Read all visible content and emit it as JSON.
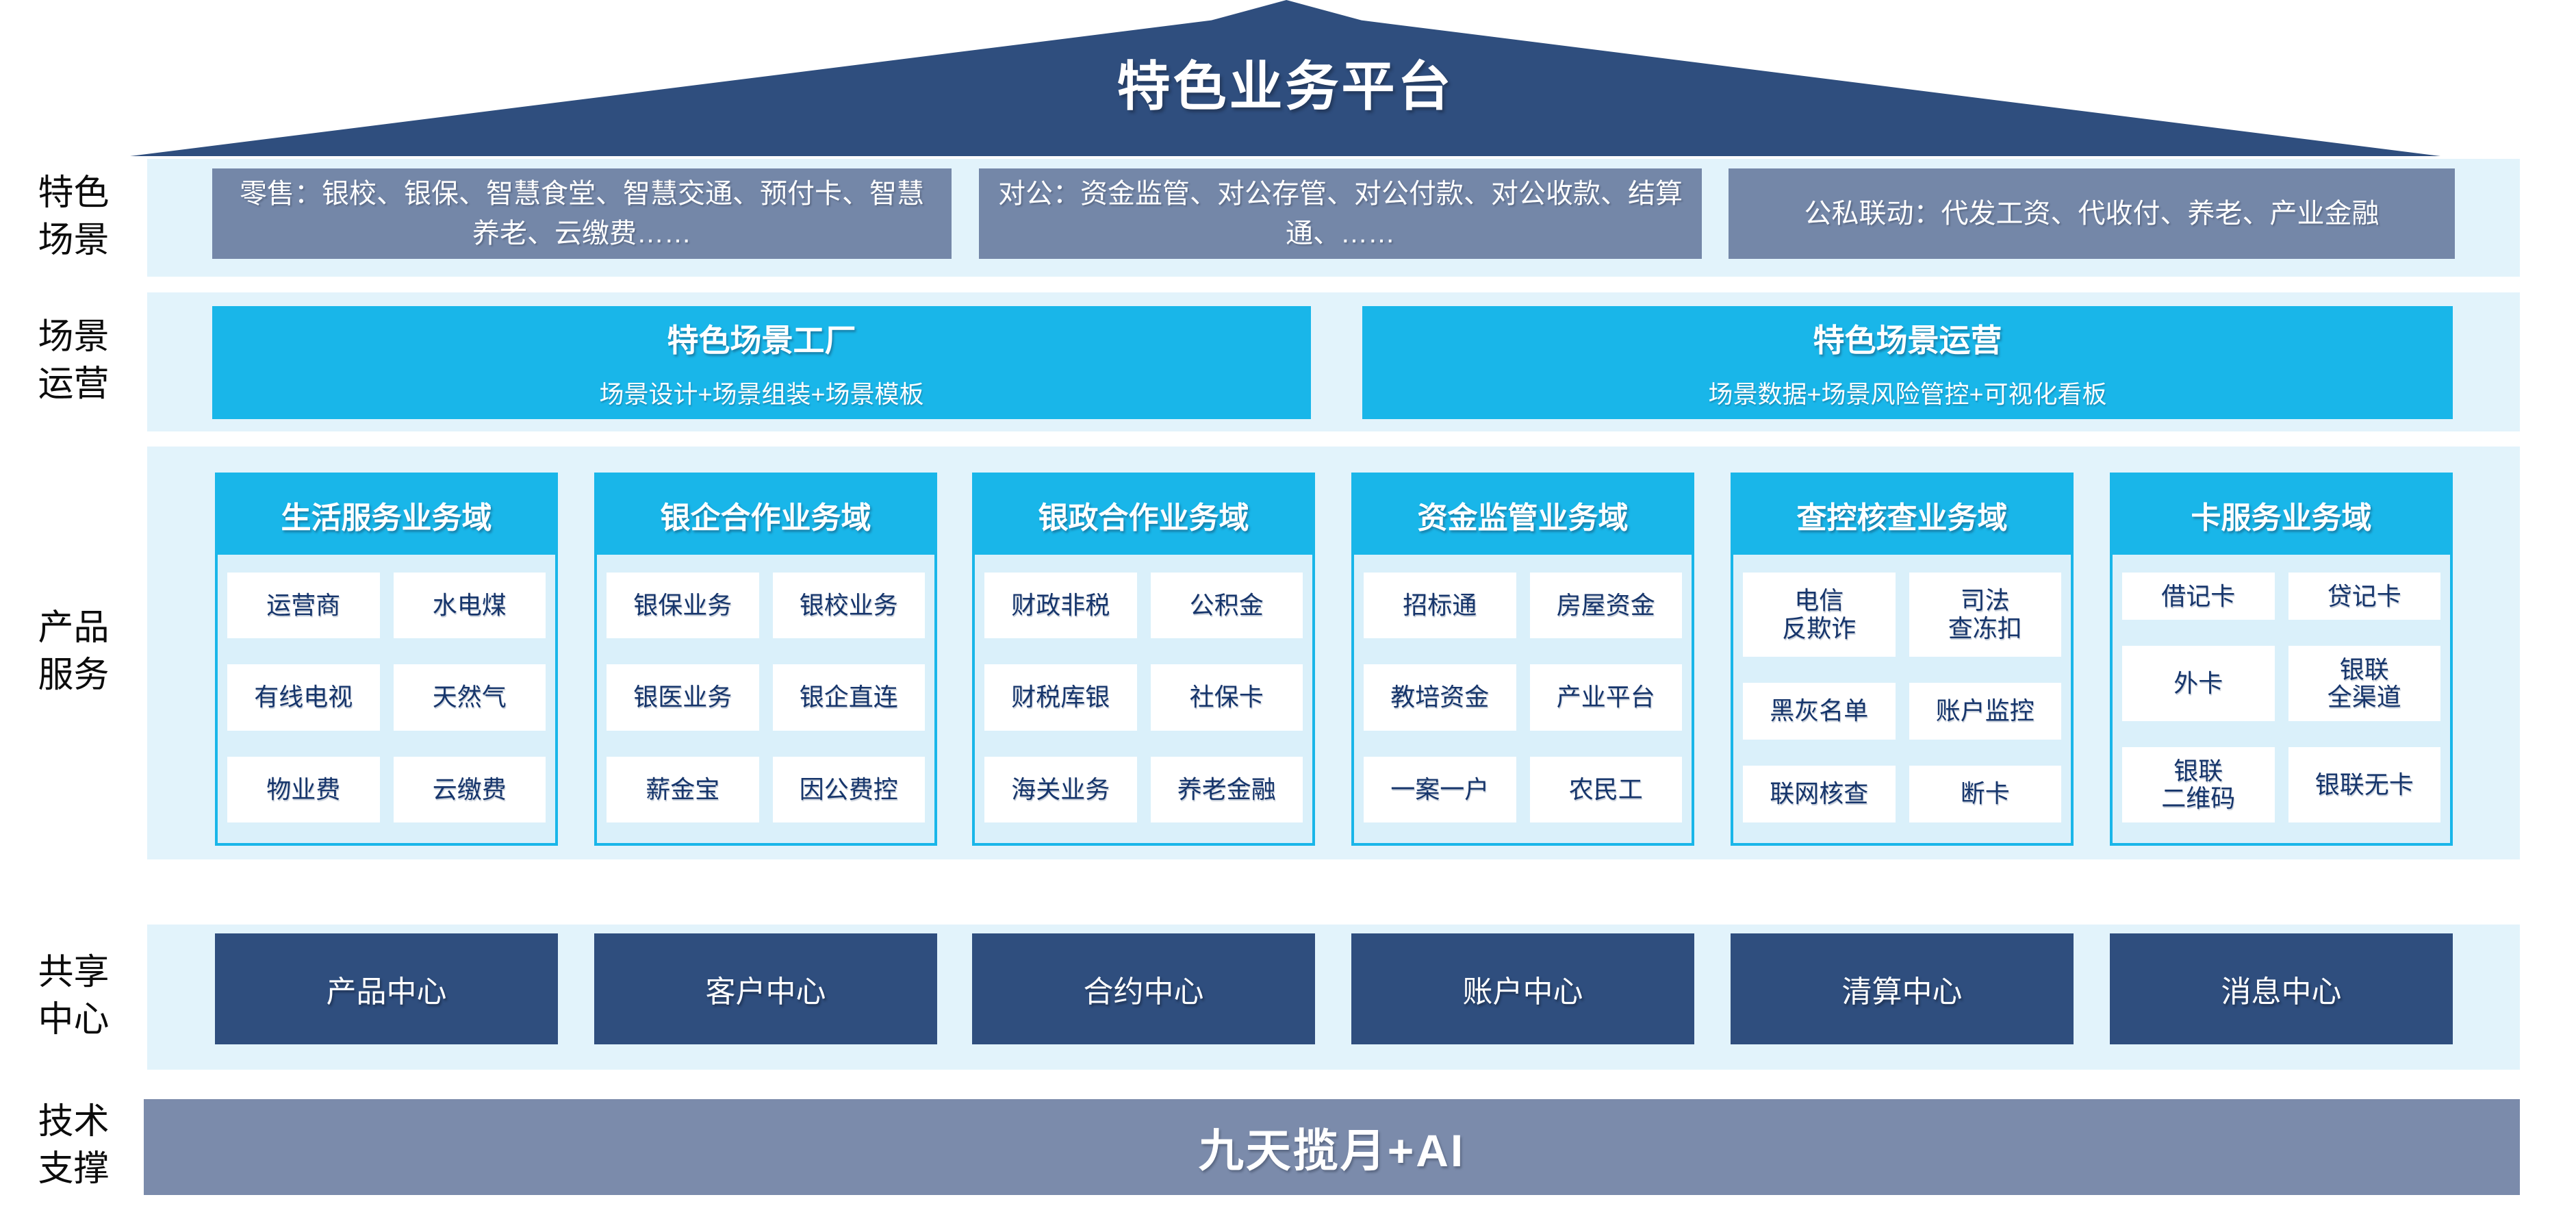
{
  "title": "特色业务平台",
  "side_labels": [
    "特色\n场景",
    "场景\n运营",
    "产品\n服务",
    "共享\n中心",
    "技术\n支撑"
  ],
  "scene_boxes": [
    "零售：银校、银保、智慧食堂、智慧交通、预付卡、智慧养老、云缴费……",
    "对公：资金监管、对公存管、对公付款、对公收款、结算通、……",
    "公私联动：代发工资、代收付、养老、产业金融"
  ],
  "operation_boxes": [
    {
      "title": "特色场景工厂",
      "subtitle": "场景设计+场景组装+场景模板"
    },
    {
      "title": "特色场景运营",
      "subtitle": "场景数据+场景风险管控+可视化看板"
    }
  ],
  "product_columns": [
    {
      "header": "生活服务业务域",
      "cells": [
        "运营商",
        "水电煤",
        "有线电视",
        "天然气",
        "物业费",
        "云缴费"
      ]
    },
    {
      "header": "银企合作业务域",
      "cells": [
        "银保业务",
        "银校业务",
        "银医业务",
        "银企直连",
        "薪金宝",
        "因公费控"
      ]
    },
    {
      "header": "银政合作业务域",
      "cells": [
        "财政非税",
        "公积金",
        "财税库银",
        "社保卡",
        "海关业务",
        "养老金融"
      ]
    },
    {
      "header": "资金监管业务域",
      "cells": [
        "招标通",
        "房屋资金",
        "教培资金",
        "产业平台",
        "一案一户",
        "农民工"
      ]
    },
    {
      "header": "查控核查业务域",
      "cells": [
        "电信\n反欺诈",
        "司法\n查冻扣",
        "黑灰名单",
        "账户监控",
        "联网核查",
        "断卡"
      ]
    },
    {
      "header": "卡服务业务域",
      "cells": [
        "借记卡",
        "贷记卡",
        "外卡",
        "银联\n全渠道",
        "银联\n二维码",
        "银联无卡"
      ]
    }
  ],
  "share_centers": [
    "产品中心",
    "客户中心",
    "合约中心",
    "账户中心",
    "清算中心",
    "消息中心"
  ],
  "tech_bar": "九天揽月+AI",
  "colors": {
    "roof": "#2f4e7e",
    "scene_box": "#7487a8",
    "cyan": "#19b6e9",
    "band": "#e2f3fb",
    "column_body": "#daf0fa",
    "cell_text": "#16356b",
    "center_box": "#2f4e7e",
    "tech_bar": "#7b8bab"
  }
}
